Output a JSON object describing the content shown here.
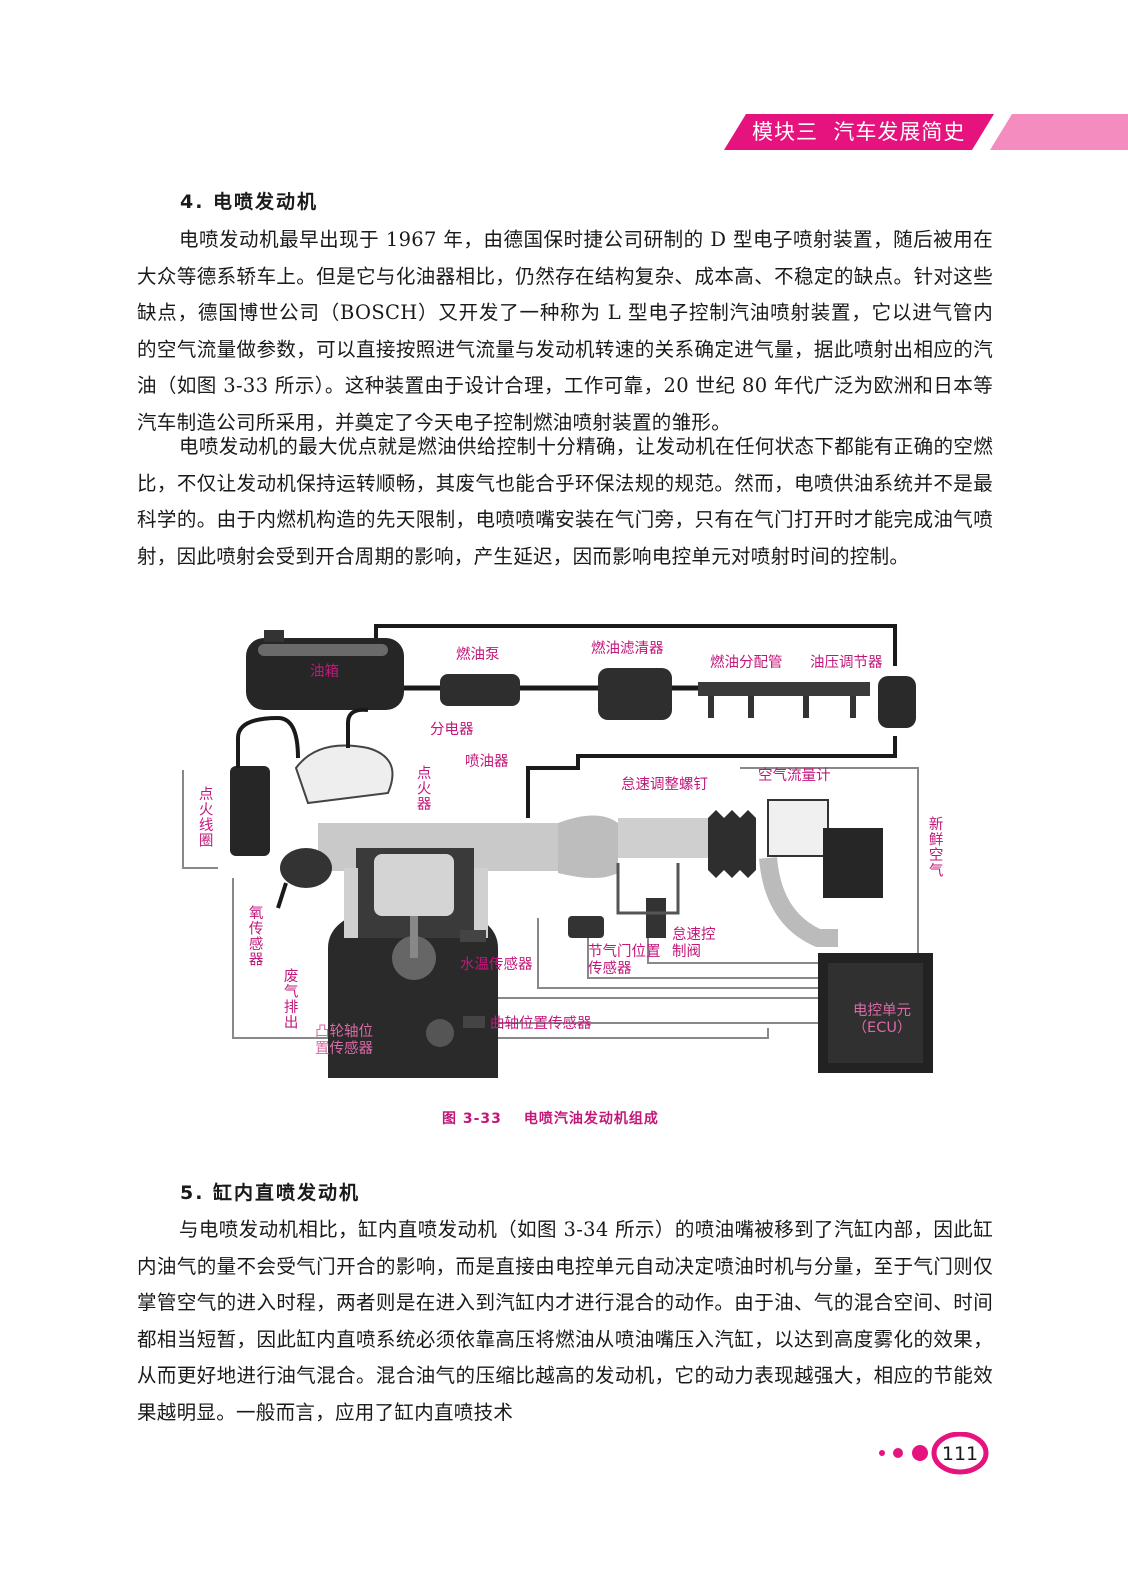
{
  "header": {
    "module": "模块三",
    "chapter": "汽车发展简史"
  },
  "section4": {
    "title": "4. 电喷发动机",
    "paragraphs": [
      "电喷发动机最早出现于 1967 年，由德国保时捷公司研制的 D 型电子喷射装置，随后被用在大众等德系轿车上。但是它与化油器相比，仍然存在结构复杂、成本高、不稳定的缺点。针对这些缺点，德国博世公司（BOSCH）又开发了一种称为 L 型电子控制汽油喷射装置，它以进气管内的空气流量做参数，可以直接按照进气流量与发动机转速的关系确定进气量，据此喷射出相应的汽油（如图 3-33 所示）。这种装置由于设计合理，工作可靠，20 世纪 80 年代广泛为欧洲和日本等汽车制造公司所采用，并奠定了今天电子控制燃油喷射装置的雏形。",
      "电喷发动机的最大优点就是燃油供给控制十分精确，让发动机在任何状态下都能有正确的空燃比，不仅让发动机保持运转顺畅，其废气也能合乎环保法规的规范。然而，电喷供油系统并不是最科学的。由于内燃机构造的先天限制，电喷喷嘴安装在气门旁，只有在气门打开时才能完成油气喷射，因此喷射会受到开合周期的影响，产生延迟，因而影响电控单元对喷射时间的控制。"
    ]
  },
  "figure": {
    "labels": {
      "fuel_tank": "油箱",
      "fuel_pump": "燃油泵",
      "fuel_filter": "燃油滤清器",
      "fuel_rail": "燃油分配管",
      "pressure_regulator": "油压调节器",
      "distributor": "分电器",
      "injector": "喷油器",
      "spark_plug": "点火器",
      "ignition_coil": "点火线圈",
      "idle_screw": "怠速调整螺钉",
      "air_flow_meter": "空气流量计",
      "fresh_air": "新鲜空气",
      "o2_sensor": "氧传感器",
      "exhaust": "废气排出",
      "coolant_sensor": "水温传感器",
      "throttle_sensor": "节气门位置传感器",
      "idle_valve": "怠速控制阀",
      "crank_sensor": "曲轴位置传感器",
      "cam_sensor": "凸轮轴位置传感器",
      "ecu": "电控单元（ECU）"
    },
    "caption_number": "图 3-33",
    "caption_text": "电喷汽油发动机组成"
  },
  "section5": {
    "title": "5. 缸内直喷发动机",
    "paragraphs": [
      "与电喷发动机相比，缸内直喷发动机（如图 3-34 所示）的喷油嘴被移到了汽缸内部，因此缸内油气的量不会受气门开合的影响，而是直接由电控单元自动决定喷油时机与分量，至于气门则仅掌管空气的进入时程，两者则是在进入到汽缸内才进行混合的动作。由于油、气的混合空间、时间都相当短暂，因此缸内直喷系统必须依靠高压将燃油从喷油嘴压入汽缸，以达到高度雾化的效果，从而更好地进行油气混合。混合油气的压缩比越高的发动机，它的动力表现越强大，相应的节能效果越明显。一般而言，应用了缸内直喷技术"
    ]
  },
  "page_number": "111",
  "colors": {
    "accent": "#e6137e",
    "label": "#c2187a",
    "band_light": "#f7a8cf"
  }
}
